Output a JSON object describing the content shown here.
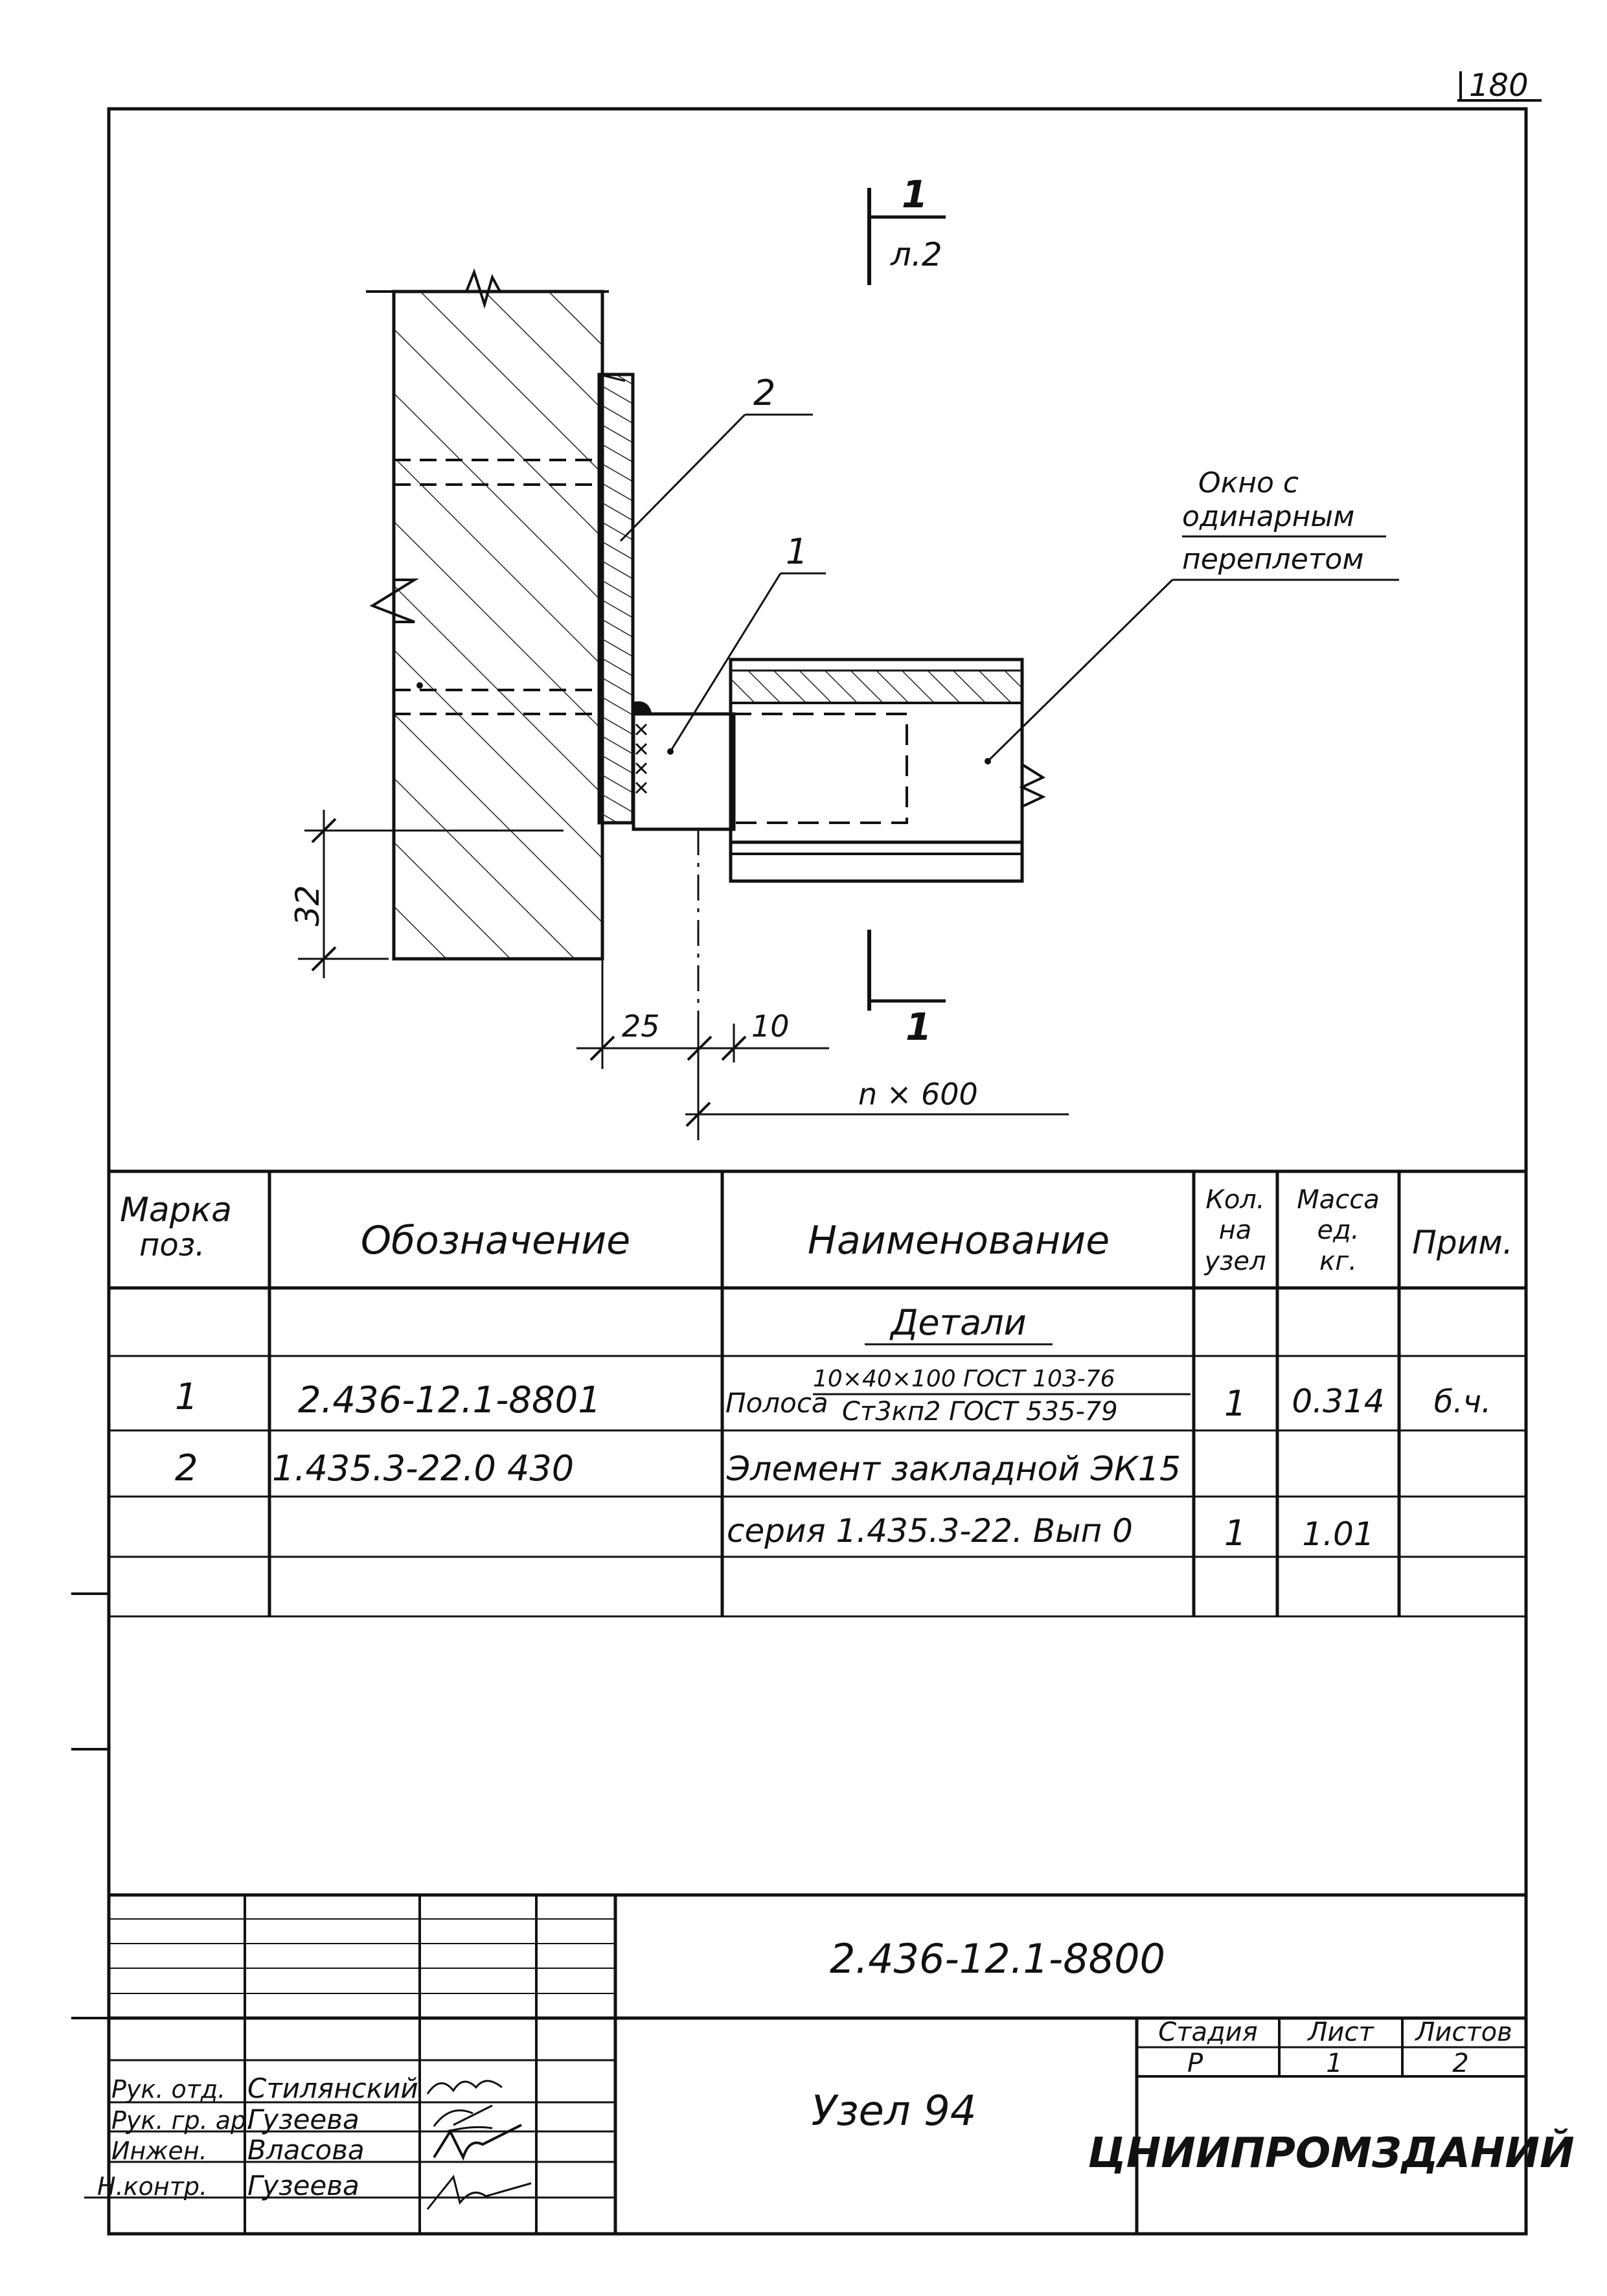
{
  "sheet": {
    "page_number": "180"
  },
  "drawing": {
    "section_mark_top": {
      "number": "1",
      "sheet_ref": "л.2"
    },
    "section_mark_bottom": {
      "number": "1"
    },
    "callouts": {
      "pos2": "2",
      "pos1": "1",
      "window_line1": "Окно с",
      "window_line2": "одинарным",
      "window_line3": "переплетом"
    },
    "dimensions": {
      "d32": "32",
      "d25": "25",
      "d10": "10",
      "step": "n × 600"
    }
  },
  "spec_table": {
    "headers": {
      "mark": [
        "Марка",
        "поз."
      ],
      "designation": "Обозначение",
      "name": "Наименование",
      "qty": [
        "Кол.",
        "на",
        "узел"
      ],
      "mass": [
        "Масса",
        "ед.",
        "кг."
      ],
      "note": "Прим."
    },
    "section_title": "Детали",
    "rows": [
      {
        "mark": "1",
        "designation": "2.436-12.1-8801",
        "name_prefix": "Полоса",
        "name_top": "10×40×100 ГОСТ 103-76",
        "name_bottom": "Ст3кп2 ГОСТ 535-79",
        "qty": "1",
        "mass": "0.314",
        "note": "б.ч."
      },
      {
        "mark": "2",
        "designation": "1.435.3-22.0 430",
        "name": "Элемент закладной ЭК15"
      },
      {
        "name": "серия 1.435.3-22. Вып 0",
        "qty": "1",
        "mass": "1.01"
      }
    ]
  },
  "title_block": {
    "document_code": "2.436-12.1-8800",
    "title": "Узел 94",
    "stage_label": "Стадия",
    "stage_value": "Р",
    "sheet_label": "Лист",
    "sheet_value": "1",
    "sheets_label": "Листов",
    "sheets_value": "2",
    "organization": "ЦНИИПРОМЗДАНИЙ",
    "signatures": [
      {
        "role": "Рук. отд.",
        "name": "Стилянский"
      },
      {
        "role": "Рук. гр. ар.",
        "name": "Гузеева"
      },
      {
        "role": "Инжен.",
        "name": "Власова"
      },
      {
        "role": "Н.контр.",
        "name": "Гузеева"
      }
    ]
  }
}
